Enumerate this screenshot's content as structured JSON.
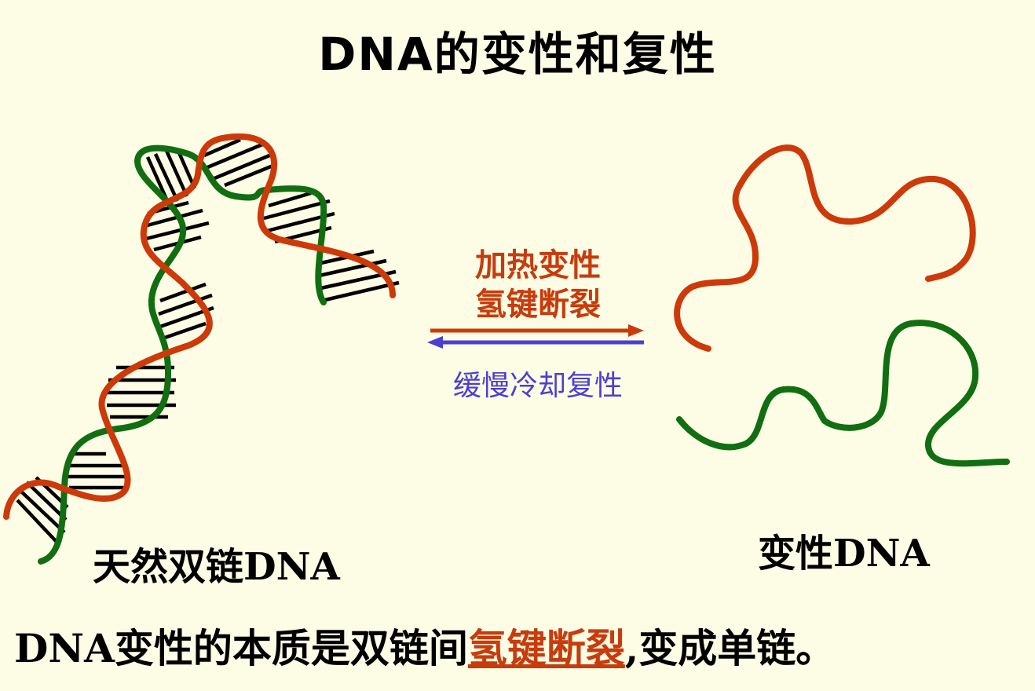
{
  "title": "DNA的变性和复性",
  "native": {
    "label": "天然双链DNA"
  },
  "denatured": {
    "label": "变性DNA"
  },
  "forward": {
    "line1": "加热变性",
    "line2": "氢键断裂"
  },
  "reverse": {
    "text": "缓慢冷却复性"
  },
  "summary": {
    "prefix": "DNA变性的本质是双链间",
    "highlight": "氢键断裂",
    "suffix": ",变成单链。"
  },
  "colors": {
    "background": "#fdfde6",
    "strand_red": "#cc3a0a",
    "strand_green": "#116e11",
    "heat_text": "#c83c0c",
    "cool_arrow": "#4b3fd2"
  }
}
